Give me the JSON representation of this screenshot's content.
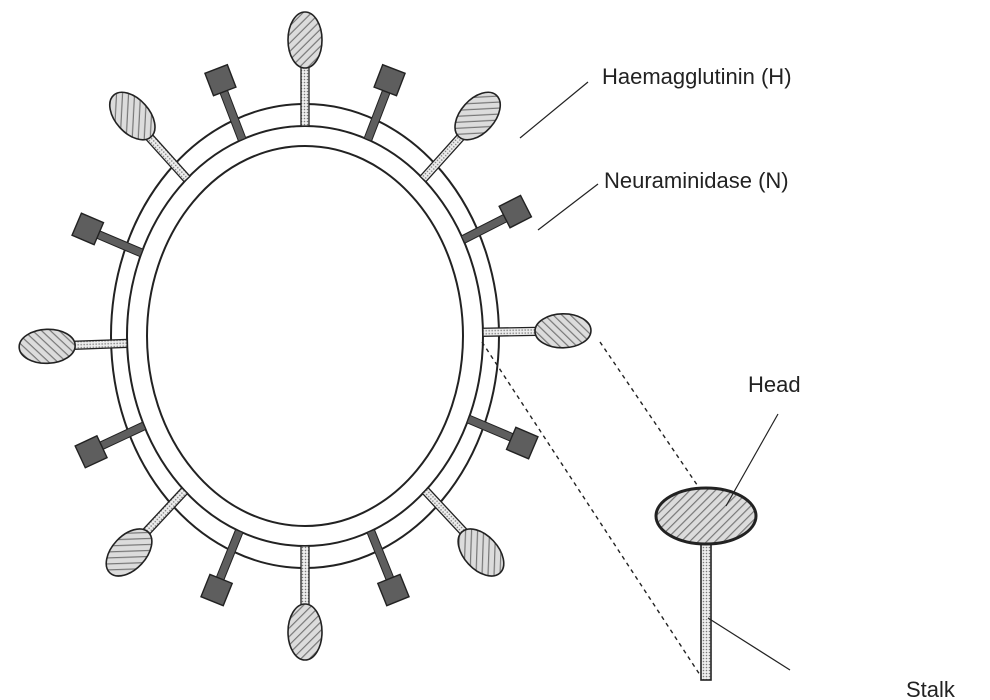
{
  "labels": {
    "haemagglutinin": "Haemagglutinin (H)",
    "neuraminidase": "Neuraminidase (N)",
    "head": "Head",
    "stalk": "Stalk"
  },
  "colors": {
    "outline": "#222222",
    "neuraminidase_fill": "#5e5e5e",
    "head_fill": "#dcdcdc",
    "hatch": "#777777",
    "stalk_fill": "#e6e6e6",
    "background": "#ffffff"
  }
}
